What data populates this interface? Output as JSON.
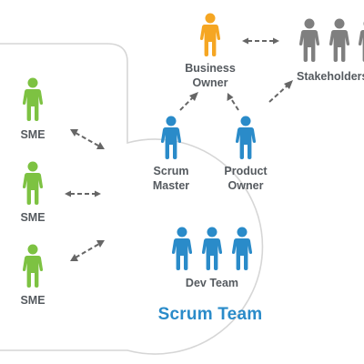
{
  "colors": {
    "sme": "#7dc242",
    "business_owner": "#f5a623",
    "stakeholder": "#7f7f7f",
    "scrum_role": "#2a8bc9",
    "text": "#555a5f",
    "team_title": "#2a8bc9",
    "outline": "#d6d6d6",
    "arrow": "#666666"
  },
  "labels": {
    "business_owner": "Business\nOwner",
    "stakeholders": "Stakeholders",
    "scrum_master": "Scrum\nMaster",
    "product_owner": "Product\nOwner",
    "dev_team": "Dev Team",
    "sme_1": "SME",
    "sme_2": "SME",
    "sme_3": "SME",
    "team_title": "Scrum Team"
  },
  "icons": {
    "person": "person-icon"
  }
}
